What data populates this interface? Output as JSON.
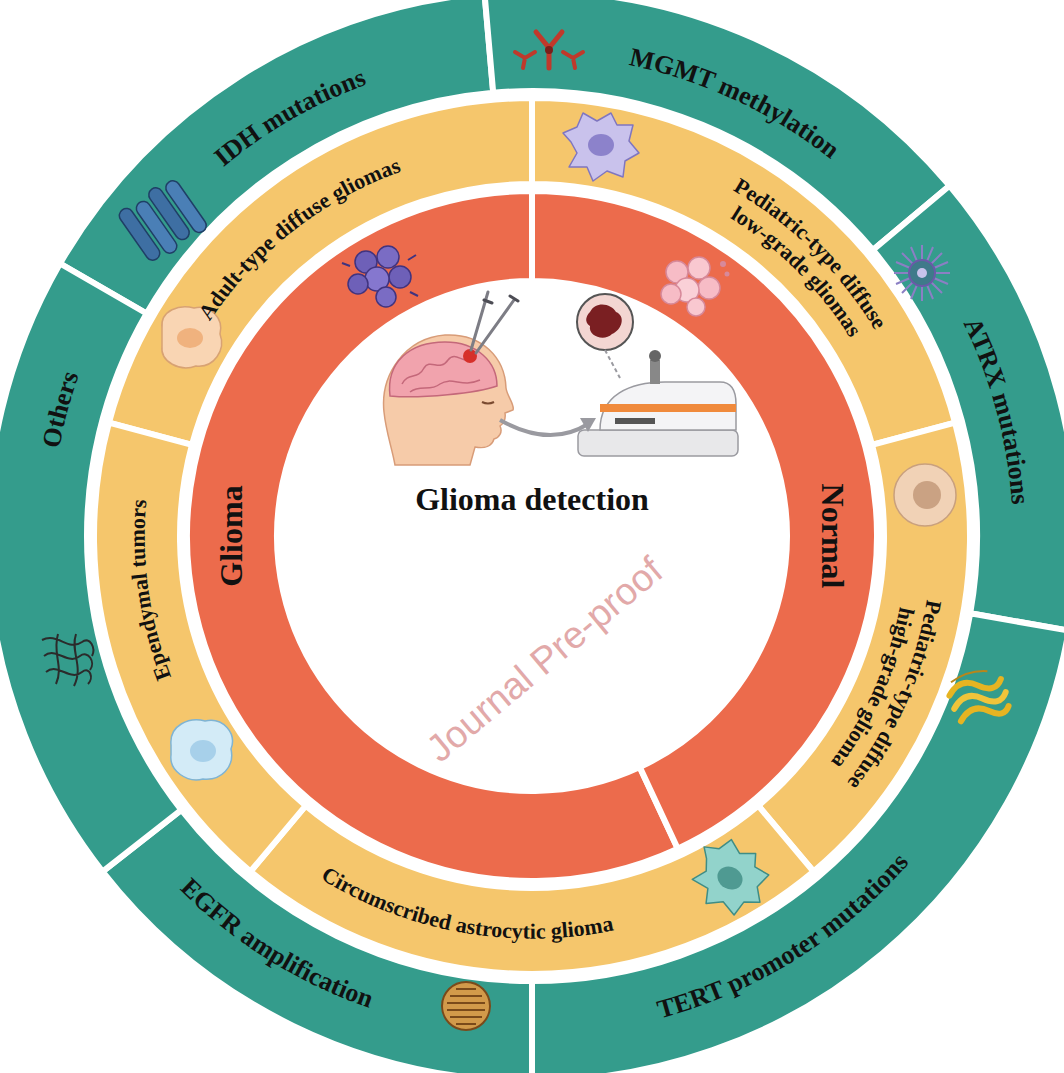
{
  "diagram": {
    "nodes": [
      {
        "text": [
          "Glioma detection"
        ]
      },
      {
        "text": [
          "Glioma"
        ]
      },
      {
        "text": [
          "Normal"
        ]
      },
      {
        "text": [
          "Adult-type diffuse gliomas"
        ]
      },
      {
        "text": [
          "Pediatric-type diffuse low-grade gliomas"
        ]
      },
      {
        "text": [
          "Pediatric-type diffuse high-grade glioma"
        ]
      },
      {
        "text": [
          "Circumscribed astrocytic glioma"
        ]
      },
      {
        "text": [
          "Ependymal tumors"
        ]
      },
      {
        "text": [
          "IDH mutations"
        ]
      },
      {
        "text": [
          "MGMT methylation"
        ]
      },
      {
        "text": [
          "ATRX mutations"
        ]
      },
      {
        "text": [
          "TERT promoter mutations"
        ]
      },
      {
        "text": [
          "EGFR amplification"
        ]
      },
      {
        "text": [
          "Others"
        ]
      }
    ],
    "labels": [
      "Journal Pre-proof"
    ]
  }
}
